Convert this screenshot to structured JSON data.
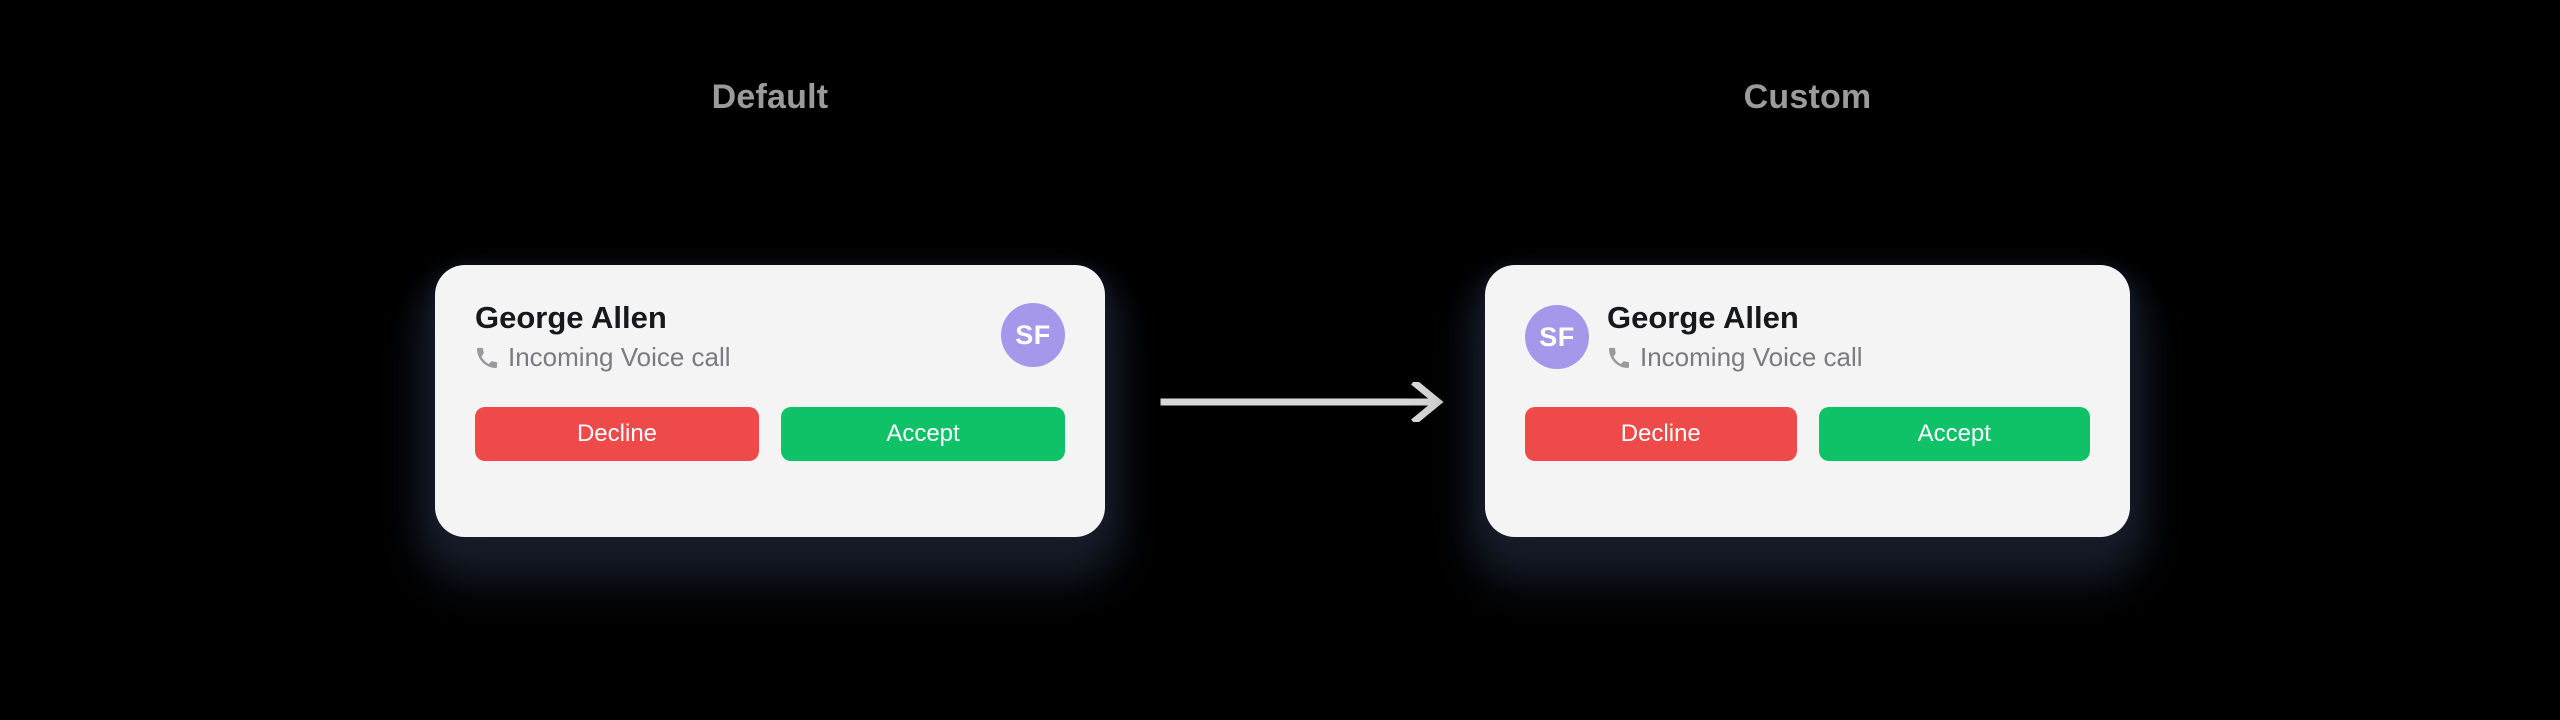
{
  "page": {
    "background_color": "#000000"
  },
  "sections": [
    {
      "key": "default",
      "caption": "Default",
      "caption_color": "#9b9b9b",
      "avatar_position": "right"
    },
    {
      "key": "custom",
      "caption": "Custom",
      "caption_color": "#9b9b9b",
      "avatar_position": "left"
    }
  ],
  "notification": {
    "caller_name": "George Allen",
    "call_status": "Incoming Voice call",
    "status_icon": "phone-icon",
    "avatar_initials": "SF",
    "avatar_color": "#a598ea",
    "card_background": "#f4f4f5",
    "buttons": {
      "decline_label": "Decline",
      "decline_color": "#ef4a4a",
      "accept_label": "Accept",
      "accept_color": "#0fc268"
    }
  },
  "arrow": {
    "icon": "arrow-right-icon",
    "color": "#d7d7d7",
    "direction": "right"
  }
}
